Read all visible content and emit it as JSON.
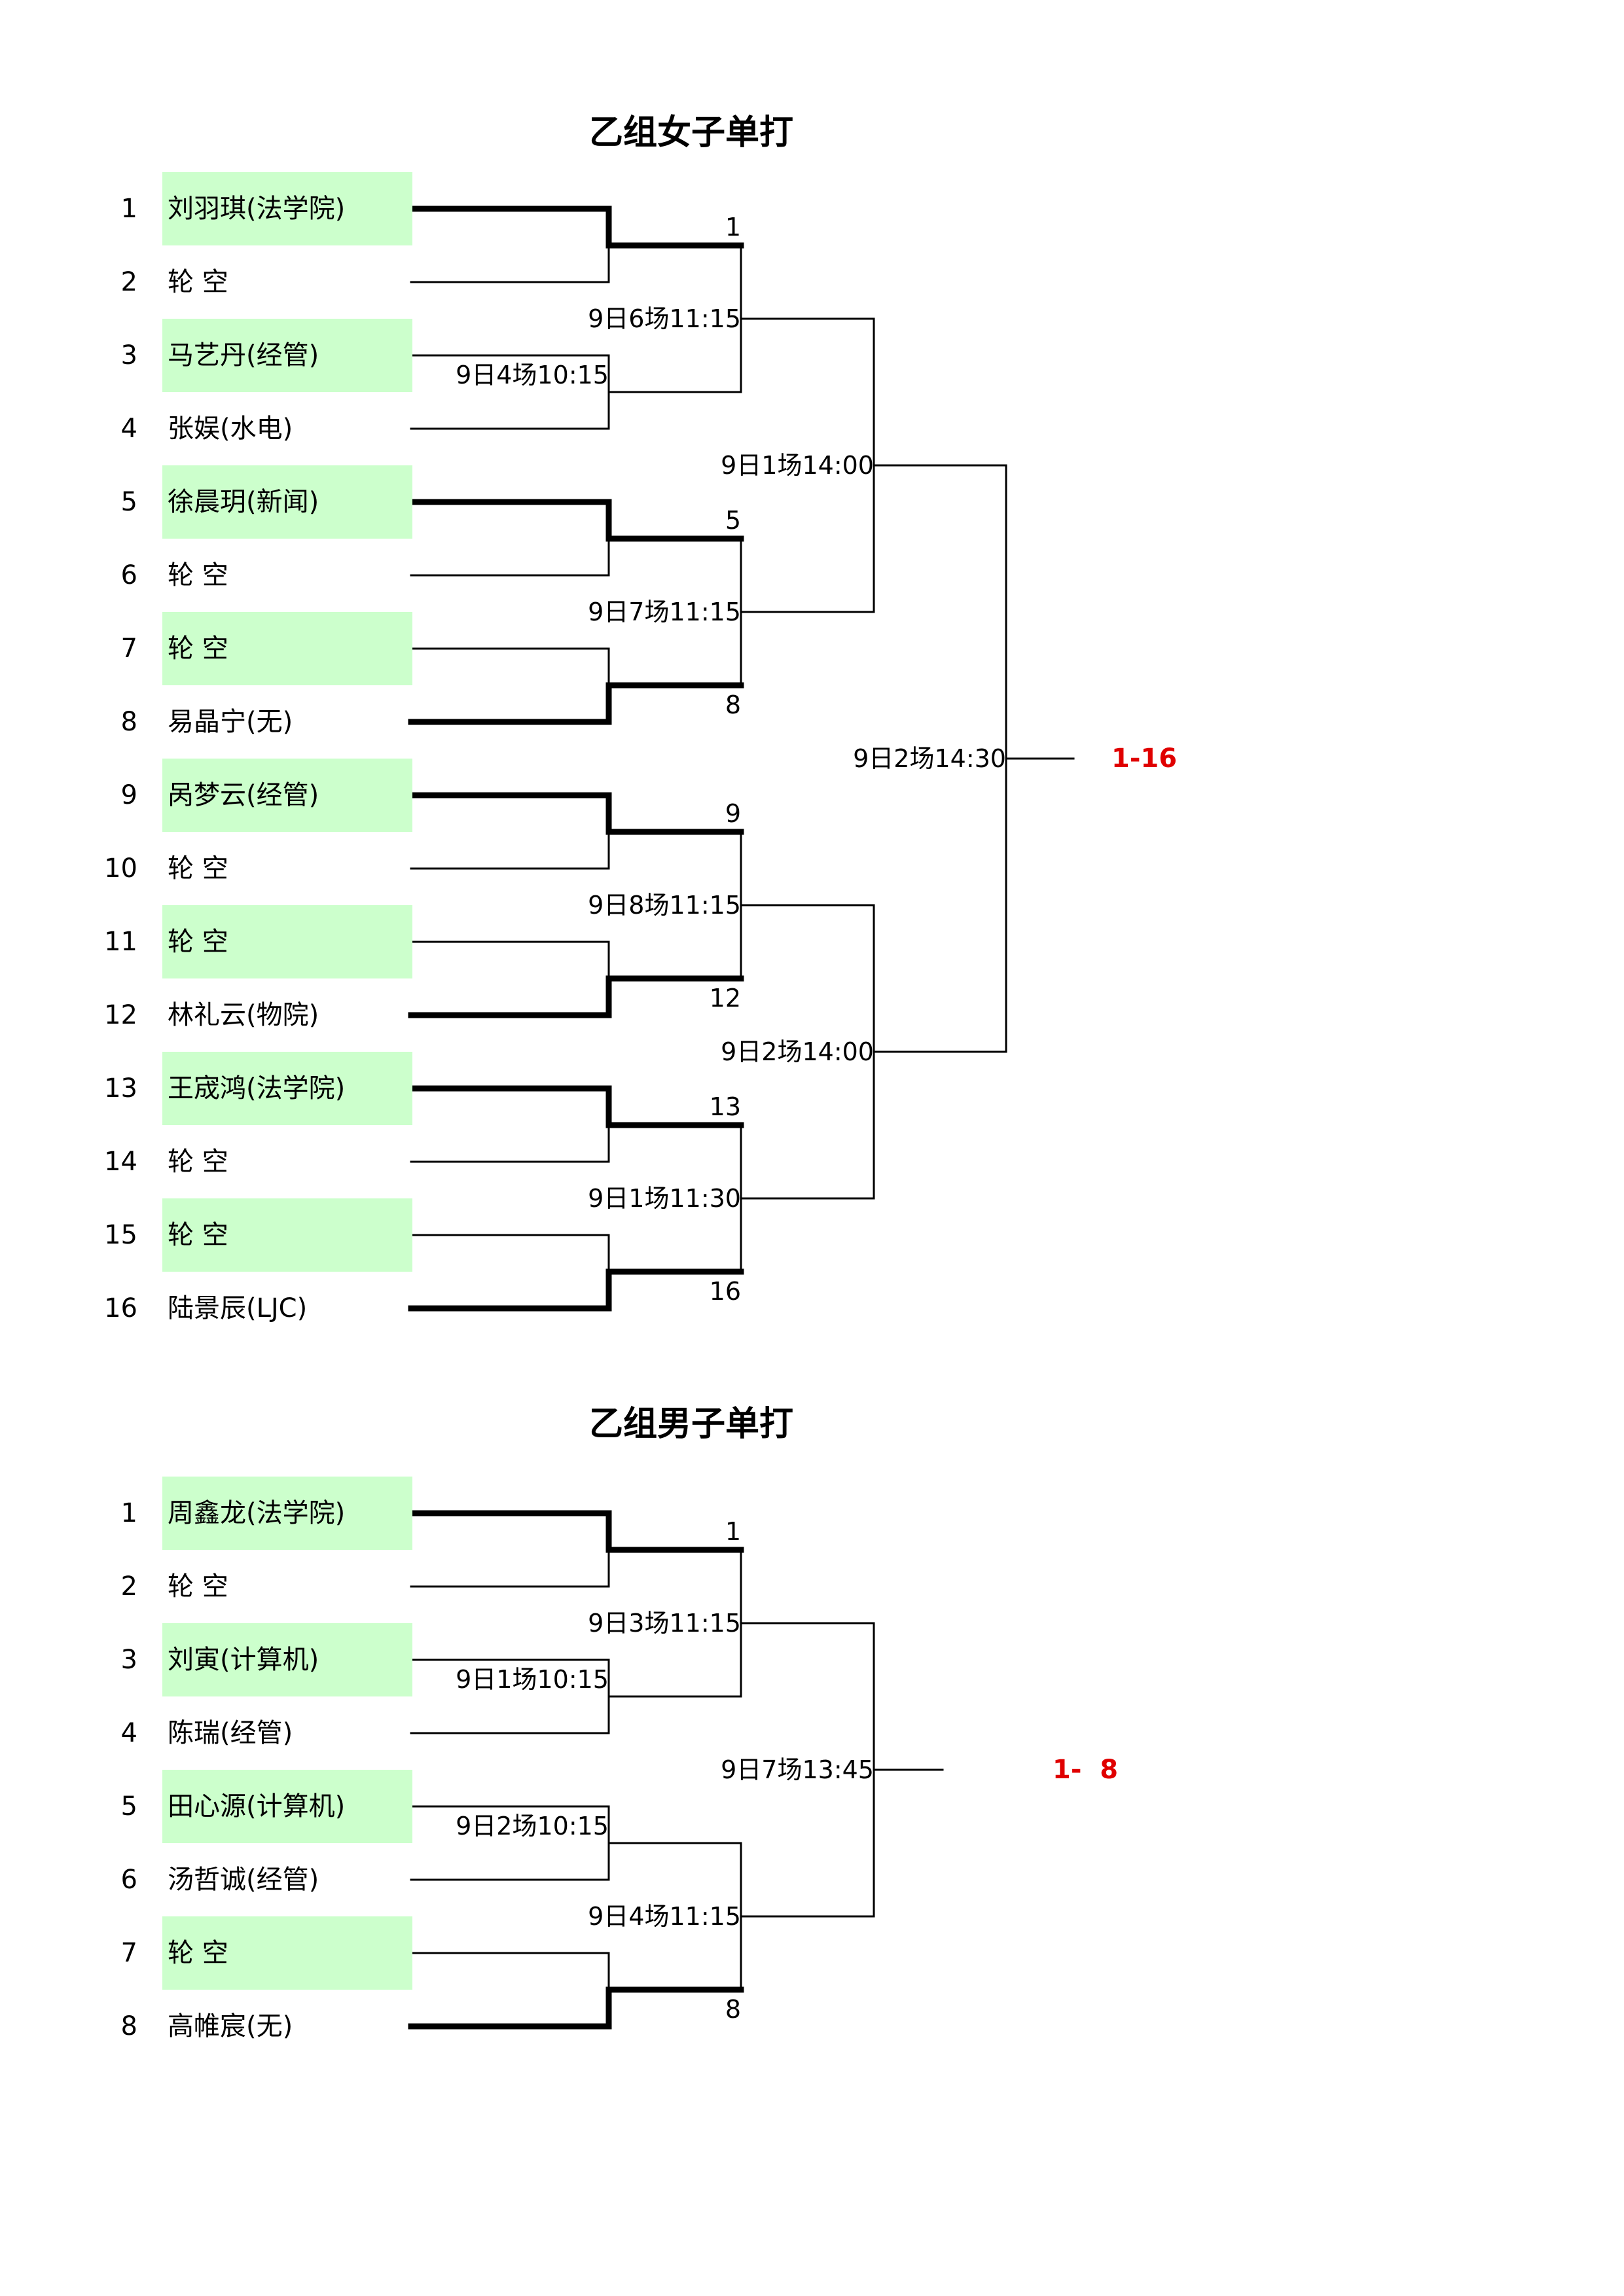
{
  "colors": {
    "highlight": "#ccffcc",
    "result": "#e00000",
    "line": "#000000"
  },
  "brackets": [
    {
      "id": "women",
      "title": "乙组女子单打",
      "result": "1-16",
      "players": [
        {
          "seed": "1",
          "name": "刘羽琪(法学院)",
          "hl": true
        },
        {
          "seed": "2",
          "name": "轮  空",
          "hl": false
        },
        {
          "seed": "3",
          "name": "马艺丹(经管)",
          "hl": true
        },
        {
          "seed": "4",
          "name": "张娱(水电)",
          "hl": false
        },
        {
          "seed": "5",
          "name": "徐晨玥(新闻)",
          "hl": true
        },
        {
          "seed": "6",
          "name": "轮  空",
          "hl": false
        },
        {
          "seed": "7",
          "name": "轮  空",
          "hl": true
        },
        {
          "seed": "8",
          "name": "易晶宁(无)",
          "hl": false
        },
        {
          "seed": "9",
          "name": "呙梦云(经管)",
          "hl": true
        },
        {
          "seed": "10",
          "name": "轮  空",
          "hl": false
        },
        {
          "seed": "11",
          "name": "轮  空",
          "hl": true
        },
        {
          "seed": "12",
          "name": "林礼云(物院)",
          "hl": false
        },
        {
          "seed": "13",
          "name": "王宬鸿(法学院)",
          "hl": true
        },
        {
          "seed": "14",
          "name": "轮  空",
          "hl": false
        },
        {
          "seed": "15",
          "name": "轮  空",
          "hl": true
        },
        {
          "seed": "16",
          "name": "陆景辰(LJC)",
          "hl": false
        }
      ],
      "r1": [
        {
          "label": "",
          "winner": "1",
          "bold": "top"
        },
        {
          "label": "9日4场10:15",
          "winner": "",
          "bold": "none"
        },
        {
          "label": "",
          "winner": "5",
          "bold": "top"
        },
        {
          "label": "",
          "winner": "8",
          "bold": "bottom"
        },
        {
          "label": "",
          "winner": "9",
          "bold": "top"
        },
        {
          "label": "",
          "winner": "12",
          "bold": "bottom"
        },
        {
          "label": "",
          "winner": "13",
          "bold": "top"
        },
        {
          "label": "",
          "winner": "16",
          "bold": "bottom"
        }
      ],
      "r2": [
        {
          "label": "9日6场11:15"
        },
        {
          "label": "9日7场11:15"
        },
        {
          "label": "9日8场11:15"
        },
        {
          "label": "9日1场11:30"
        }
      ],
      "r3": [
        {
          "label": "9日1场14:00"
        },
        {
          "label": "9日2场14:00"
        }
      ],
      "r4": [
        {
          "label": "9日2场14:30"
        }
      ]
    },
    {
      "id": "men",
      "title": "乙组男子单打",
      "result": "1-  8",
      "players": [
        {
          "seed": "1",
          "name": "周鑫龙(法学院)",
          "hl": true
        },
        {
          "seed": "2",
          "name": "轮  空",
          "hl": false
        },
        {
          "seed": "3",
          "name": "刘寅(计算机)",
          "hl": true
        },
        {
          "seed": "4",
          "name": "陈瑞(经管)",
          "hl": false
        },
        {
          "seed": "5",
          "name": "田心源(计算机)",
          "hl": true
        },
        {
          "seed": "6",
          "name": "汤哲诚(经管)",
          "hl": false
        },
        {
          "seed": "7",
          "name": "轮  空",
          "hl": true
        },
        {
          "seed": "8",
          "name": "高帷宸(无)",
          "hl": false
        }
      ],
      "r1": [
        {
          "label": "",
          "winner": "1",
          "bold": "top"
        },
        {
          "label": "9日1场10:15",
          "winner": "",
          "bold": "none"
        },
        {
          "label": "9日2场10:15",
          "winner": "",
          "bold": "none"
        },
        {
          "label": "",
          "winner": "8",
          "bold": "bottom"
        }
      ],
      "r2": [
        {
          "label": "9日3场11:15"
        },
        {
          "label": "9日4场11:15"
        }
      ],
      "r3": [
        {
          "label": "9日7场13:45"
        }
      ]
    }
  ]
}
